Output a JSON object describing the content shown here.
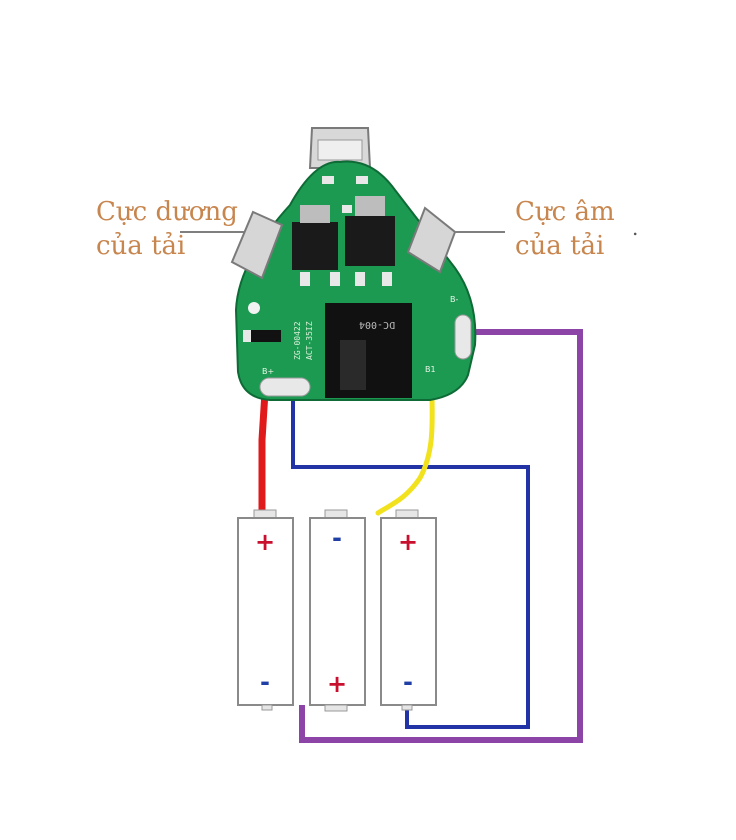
{
  "labels": {
    "positive_load": [
      "Cực dương",
      "của tải"
    ],
    "negative_load": [
      "Cực âm",
      "của tải"
    ],
    "trailing_dot": "."
  },
  "board": {
    "marking_1": "DC-004",
    "marking_2": "ZG-00422",
    "marking_3": "ACT-35IZ",
    "pad_b_plus": "B+",
    "pad_b_minus": "B-",
    "pad_b1": "B1"
  },
  "batteries": [
    {
      "top_sign": "+",
      "bottom_sign": "-"
    },
    {
      "top_sign": "-",
      "bottom_sign": "+"
    },
    {
      "top_sign": "+",
      "bottom_sign": "-"
    }
  ],
  "colors": {
    "label": "#c8864f",
    "pcb": "#1c9a52",
    "red_wire": "#e0191b",
    "blue_wire": "#2233a6",
    "yellow_wire": "#f2e21e",
    "purple_wire": "#8c45a6",
    "plus_sign": "#c8102e",
    "minus_sign": "#1f3fa6"
  }
}
